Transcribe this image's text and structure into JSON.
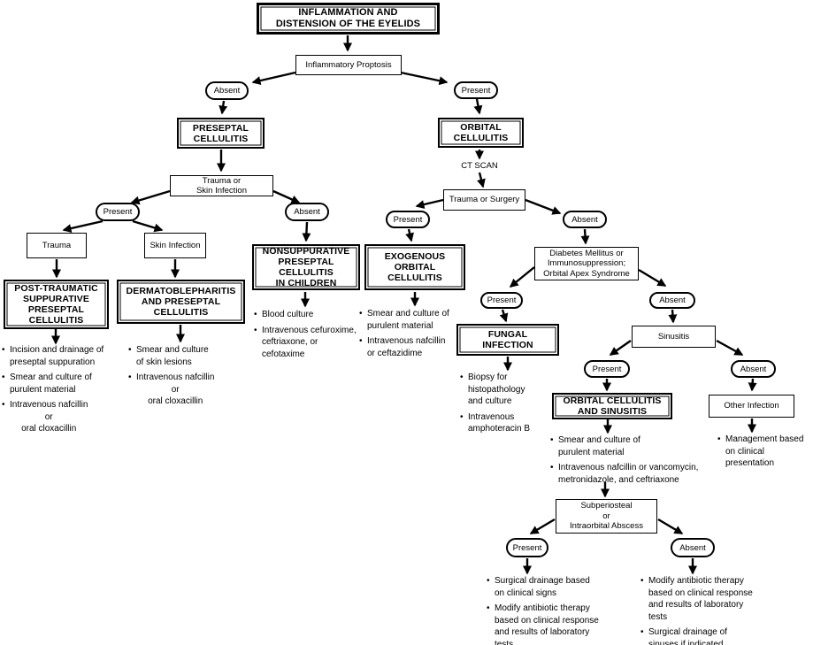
{
  "glyphs": {
    "bullet": "•"
  },
  "colors": {
    "ink": "#000000",
    "background": "#ffffff"
  },
  "terms": {
    "absent": "Absent",
    "present": "Present"
  },
  "nodes": {
    "title": "INFLAMMATION AND\nDISTENSION OF THE EYELIDS",
    "inflammatory_proptosis": "Inflammatory Proptosis",
    "preseptal_cellulitis": "PRESEPTAL\nCELLULITIS",
    "trauma_or_skin_infection": "Trauma or\nSkin Infection",
    "trauma": "Trauma",
    "skin_infection": "Skin Infection",
    "post_traumatic": "POST-TRAUMATIC\nSUPPURATIVE\nPRESEPTAL\nCELLULITIS",
    "dermatoblepharitis": "DERMATOBLEPHARITIS\nAND PRESEPTAL\nCELLULITIS",
    "nonsuppurative": "NONSUPPURATIVE\nPRESEPTAL\nCELLULITIS\nIN CHILDREN",
    "orbital_cellulitis": "ORBITAL\nCELLULITIS",
    "ct_scan": "CT SCAN",
    "trauma_or_surgery": "Trauma or Surgery",
    "exogenous": "EXOGENOUS\nORBITAL\nCELLULITIS",
    "diabetes": "Diabetes Mellitus or\nImmunosuppression;\nOrbital Apex Syndrome",
    "fungal_infection": "FUNGAL\nINFECTION",
    "sinusitis": "Sinusitis",
    "orbital_cellulitis_sinusitis": "ORBITAL CELLULITIS\nAND SINUSITIS",
    "other_infection": "Other Infection",
    "subperiosteal_abscess": "Subperiosteal\nor\nIntraorbital Abscess"
  },
  "lists": {
    "post_traumatic": [
      "Incision and drainage of\npreseptal suppuration",
      "Smear and culture of\npurulent material",
      "Intravenous nafcillin\nor\noral cloxacillin"
    ],
    "dermatoblepharitis": [
      "Smear and culture\nof skin lesions",
      "Intravenous nafcillin\nor\noral cloxacillin"
    ],
    "nonsuppurative": [
      "Blood culture",
      "Intravenous cefuroxime,\nceftriaxone, or\ncefotaxime"
    ],
    "exogenous": [
      "Smear and culture of\npurulent material",
      "Intravenous nafcillin\nor ceftazidime"
    ],
    "fungal": [
      "Biopsy for\nhistopathology\nand culture",
      "Intravenous\namphoteracin B"
    ],
    "orbital_sinusitis": [
      "Smear and culture of\npurulent material",
      "Intravenous nafcillin or vancomycin,\nmetronidazole, and ceftriaxone"
    ],
    "other_infection": [
      "Management based\non clinical\npresentation"
    ],
    "abscess_present": [
      "Surgical drainage based\non clinical signs",
      "Modify antibiotic therapy\nbased on clinical response\nand results of laboratory\ntests"
    ],
    "abscess_absent": [
      "Modify antibiotic therapy\nbased on clinical response\nand results of laboratory\ntests",
      "Surgical drainage of\nsinuses if indicated"
    ]
  }
}
